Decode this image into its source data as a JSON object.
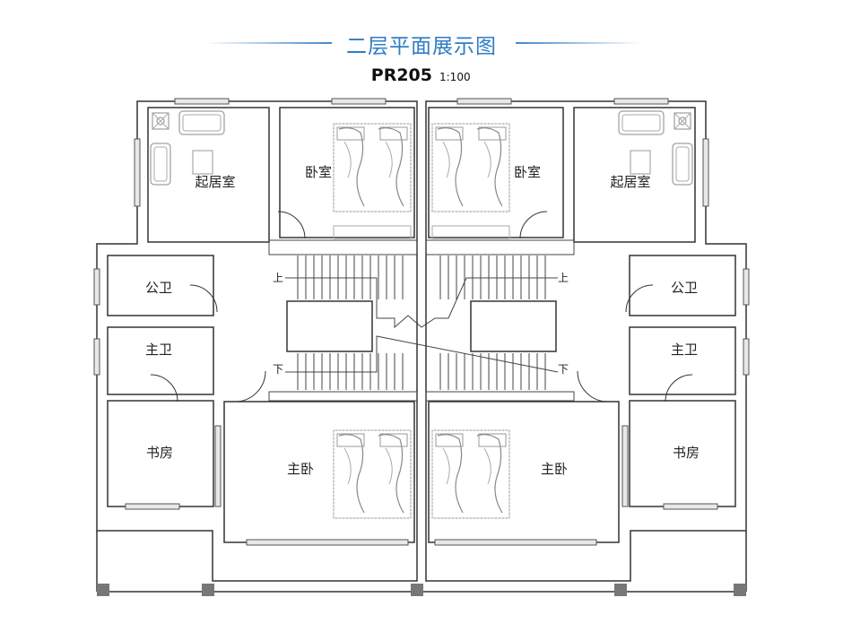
{
  "header": {
    "title": "二层平面展示图",
    "plan_code": "PR205",
    "scale": "1:100"
  },
  "rooms": {
    "living_left": "起居室",
    "living_right": "起居室",
    "bedroom_left": "卧室",
    "bedroom_right": "卧室",
    "public_bath_left": "公卫",
    "public_bath_right": "公卫",
    "master_bath_left": "主卫",
    "master_bath_right": "主卫",
    "study_left": "书房",
    "study_right": "书房",
    "master_bed_left": "主卧",
    "master_bed_right": "主卧"
  },
  "stair_labels": {
    "up": "上",
    "down": "下"
  },
  "colors": {
    "title": "#2f7cc4",
    "wall": "#333333",
    "furniture": "#888888"
  }
}
